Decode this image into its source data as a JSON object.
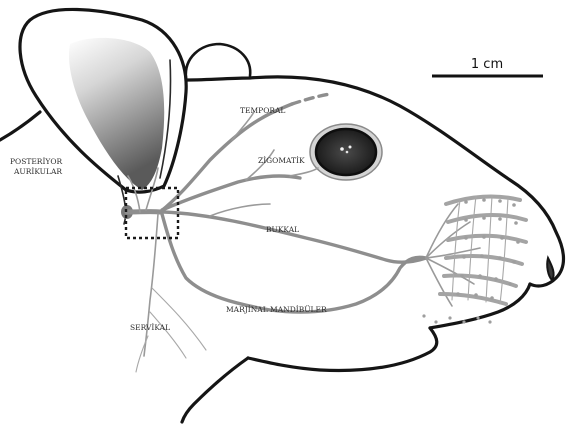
{
  "figure": {
    "scale_bar": {
      "label": "1 cm"
    },
    "labels": {
      "posterior_auricular_line1": "POSTERİYOR",
      "posterior_auricular_line2": "AURİKULAR",
      "temporal": "TEMPORAL",
      "zygomatic": "ZİGOMATİK",
      "buccal": "BUKKAL",
      "marginal_mandibular": "MARJİNAL MANDİBÜLER",
      "cervical": "SERVİKAL"
    }
  }
}
